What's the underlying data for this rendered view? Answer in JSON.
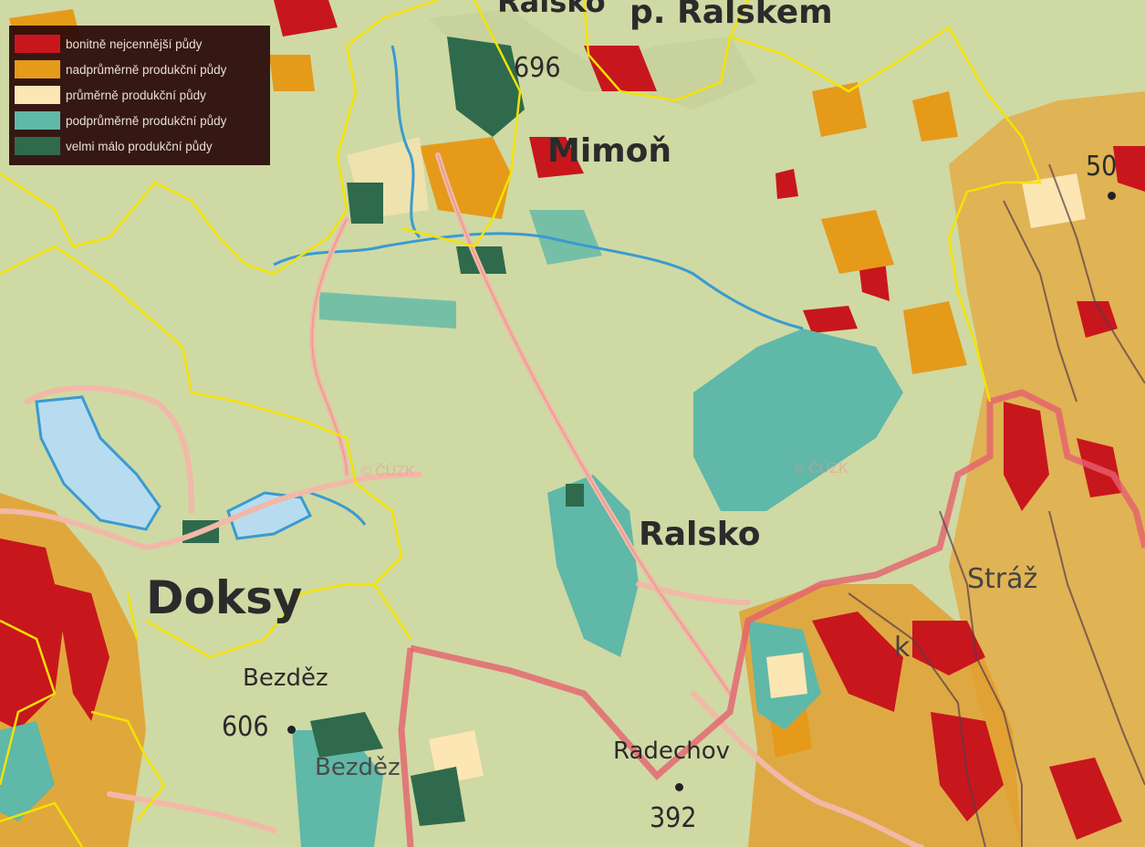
{
  "legend": {
    "items": [
      {
        "label": "bonitně nejcennější půdy",
        "color": "#c8161d"
      },
      {
        "label": "nadprůměrně produkční půdy",
        "color": "#e59a1a"
      },
      {
        "label": "průměrně produkční půdy",
        "color": "#fbe6b4"
      },
      {
        "label": "podprůměrně produkční půdy",
        "color": "#5fb8a8"
      },
      {
        "label": "velmi málo produkční půdy",
        "color": "#2f6a4c"
      }
    ]
  },
  "places": {
    "doksy": "Doksy",
    "ralsko": "Ralsko",
    "mimon": "Mimoň",
    "ralsko_top": "Ralsko",
    "pod_ralskem": "p. Ralskem",
    "bezdez": "Bezděz",
    "bezdez_village": "Bezděz",
    "radechov": "Radechov",
    "straz": "Stráž",
    "k_label": "k"
  },
  "elevations": {
    "e696": "696",
    "e606": "606",
    "e392": "392",
    "e50x": "50"
  },
  "watermarks": {
    "wm1": "© ČÚZK",
    "wm2": "© ČÚZK"
  },
  "colors": {
    "background": "#cfd9a4",
    "municipal_border": "#f4e200",
    "district_border": "#e5606e",
    "road": "#f2b8a8",
    "water": "#3a9bd0",
    "lake": "#b8dcef"
  }
}
